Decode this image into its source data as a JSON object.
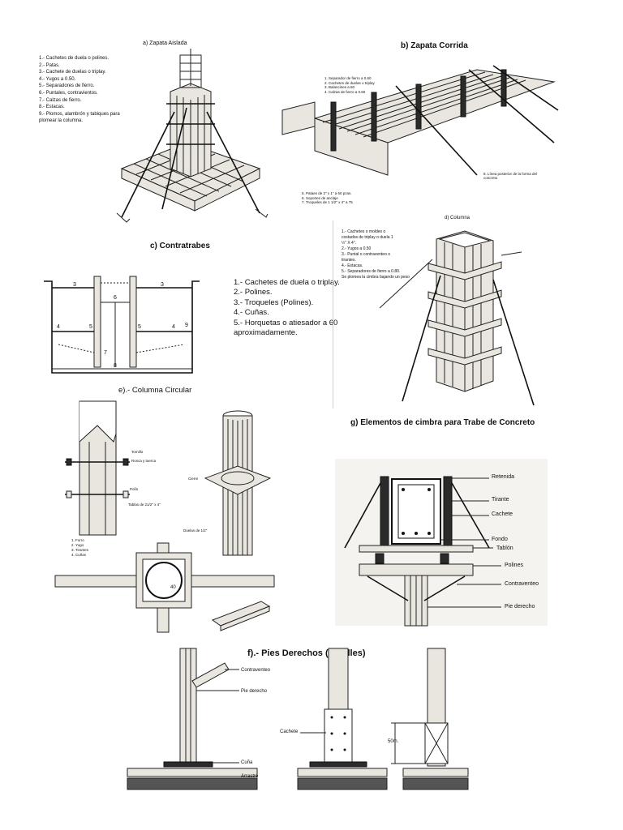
{
  "sections": {
    "a": {
      "title": "a) Zapata Aislada",
      "items": [
        "1.-     Cachetes de duela o polines.",
        "2.-     Patas.",
        "3.-     Cachete de duelas o triplay.",
        "4.-     Yugos a 0.50.",
        "5.-     Separadores de fierro.",
        "6.-     Puntales, contravientos.",
        "7.-     Calzas de fierro.",
        "8.-     Estacas.",
        "9.-     Plomos, alambrón y tabiques para",
        "         plomear la columna."
      ]
    },
    "b": {
      "title": "b) Zapata Corrida",
      "notes_top": [
        "1. Separador de fierro a 0.60",
        "2. Cachetes de duelas o triplay",
        "3. Balancines a 60",
        "4. Calzas de fierro a 0.60"
      ],
      "notes_bottom": [
        "5. Pataes de 2\" x 1\" a 60 pzas.",
        "6. Soportes de anclaje",
        "7. Troqueles de 1 1/2\" x 4\" a 75"
      ],
      "side_note": "8. Línea posterior de la forma del concreto"
    },
    "c": {
      "title": "c) Contratrabes",
      "items": [
        "1.-  Cachetes de duela o triplay.",
        "2.-  Polines.",
        "3.-  Troqueles (Polines).",
        "4.-  Cuñas.",
        "5.-  Horquetas o atiesador a 60",
        "       aproximadamente."
      ]
    },
    "d": {
      "title": "d) Columna",
      "items": [
        "1.-   Cachetes o moldes o",
        "        costados de triplay o duela 1",
        "        ½\" X 4\".",
        "2.-   Yugos a 0.50",
        "3.-   Puntal o contraventeo o",
        "        tirantes.",
        "4.-   Estacas.",
        "5.-   Separadores de fierro a 0.80.",
        "Se plomea la cimbra bajando un peso"
      ]
    },
    "e": {
      "title": "e).- Columna Circular",
      "labels": {
        "tornillo": "Tornillo",
        "rosca": "Rosca y tuerca",
        "polin": "Polín",
        "tablas": "Tablas de 21/2\" x 4\"",
        "cierre": "Cierre",
        "duelas": "Duelas de 1/2\""
      },
      "legend": [
        "1.  Forro",
        "2.  Yugo",
        "3.  Tirantes",
        "4.  Cuñas"
      ]
    },
    "f": {
      "title": "f).- Pies Derechos (Detalles)",
      "labels": {
        "contraventeo": "Contraventeo",
        "pie_derecho": "Pie derecho",
        "cuna": "Cuña",
        "arrastre": "Arrastre",
        "cachete": "Cachete",
        "dim": "50m."
      }
    },
    "g": {
      "title": "g) Elementos de cimbra para Trabe de Concreto",
      "labels": [
        "Retenida",
        "Tirante",
        "Cachete",
        "Fondo",
        "Tablón",
        "Polines",
        "Contraventeo",
        "Pie derecho"
      ]
    }
  }
}
